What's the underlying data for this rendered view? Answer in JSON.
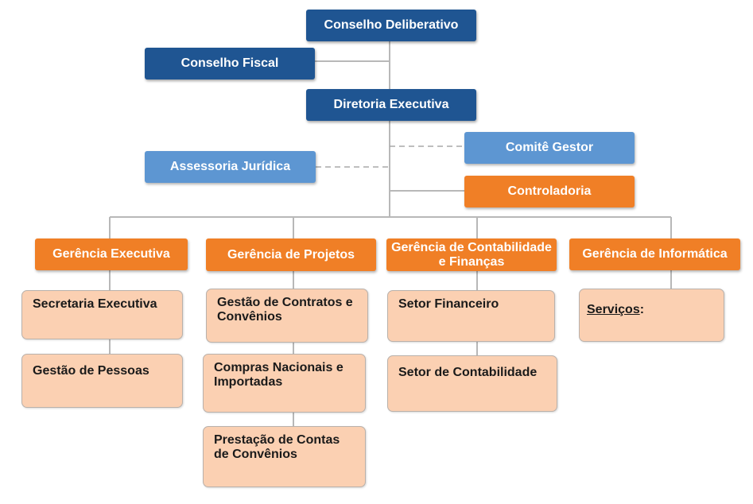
{
  "colors": {
    "dark_blue": "#1f5592",
    "light_blue": "#5d96d2",
    "orange": "#f07f26",
    "peach": "#fbd0b2",
    "line": "#b8b8b8"
  },
  "board": {
    "conselho_deliberativo": "Conselho Deliberativo",
    "conselho_fiscal": "Conselho Fiscal",
    "diretoria_executiva": "Diretoria Executiva",
    "comite_gestor": "Comitê Gestor",
    "assessoria_juridica": "Assessoria Jurídica",
    "controladoria": "Controladoria"
  },
  "departments": [
    {
      "title": "Gerência Executiva",
      "units": [
        "Secretaria Executiva",
        "Gestão de Pessoas"
      ]
    },
    {
      "title": "Gerência de Projetos",
      "units": [
        "Gestão de Contratos e Convênios",
        "Compras Nacionais e Importadas",
        "Prestação de Contas de Convênios"
      ]
    },
    {
      "title": "Gerência de Contabilidade e Finanças",
      "units": [
        "Setor Financeiro",
        "Setor de Contabilidade"
      ]
    },
    {
      "title": "Gerência de Informática",
      "units": [
        "Serviços",
        ":"
      ]
    }
  ]
}
